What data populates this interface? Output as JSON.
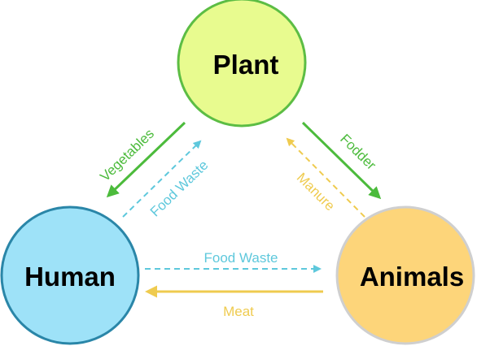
{
  "nodes": {
    "plant": {
      "label": "Plant",
      "fill": "#e8fb8f",
      "stroke": "#5cbd44"
    },
    "human": {
      "label": "Human",
      "fill": "#9ee2f8",
      "stroke": "#2a86a8"
    },
    "animals": {
      "label": "Animals",
      "fill": "#fdd57a",
      "stroke": "#cfcfcf"
    }
  },
  "edges": {
    "vegetables": {
      "label": "Vegetables",
      "from": "Plant",
      "to": "Human",
      "style": "solid",
      "color": "#4cbb3c"
    },
    "food_waste_plant": {
      "label": "Food Waste",
      "from": "Human",
      "to": "Plant",
      "style": "dashed",
      "color": "#5ec8dc"
    },
    "fodder": {
      "label": "Fodder",
      "from": "Plant",
      "to": "Animals",
      "style": "solid",
      "color": "#4cbb3c"
    },
    "manure": {
      "label": "Manure",
      "from": "Animals",
      "to": "Plant",
      "style": "dashed",
      "color": "#efcb4f"
    },
    "food_waste_animals": {
      "label": "Food Waste",
      "from": "Human",
      "to": "Animals",
      "style": "dashed",
      "color": "#5ec8dc"
    },
    "meat": {
      "label": "Meat",
      "from": "Animals",
      "to": "Human",
      "style": "solid",
      "color": "#efcb4f"
    }
  }
}
